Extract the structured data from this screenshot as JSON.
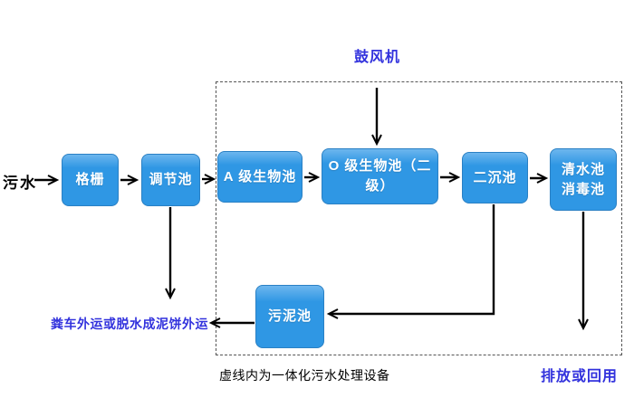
{
  "diagram": {
    "influent_label": "污水",
    "blower_label": "鼓风机",
    "nodes": [
      {
        "id": "grid",
        "label": "格栅"
      },
      {
        "id": "regulating",
        "label": "调节池"
      },
      {
        "id": "a_bio",
        "label": "A 级生物池"
      },
      {
        "id": "o_bio",
        "label": "O 级生物池（二级）"
      },
      {
        "id": "secondary_sed",
        "label": "二沉池"
      },
      {
        "id": "clear_water",
        "label": "清水池",
        "label2": "消毒池"
      },
      {
        "id": "sludge",
        "label": "污泥池"
      }
    ],
    "sludge_disposal_label": "粪车外运或脱水成泥饼外运",
    "dashed_box_caption": "虚线内为一体化污水处理设备",
    "discharge_label": "排放或回用",
    "colors": {
      "box_fill": "#2f97e4",
      "box_border": "#2a80c4",
      "box_text": "#ffffff",
      "blue_text": "#3232dd",
      "black_text": "#000000",
      "arrow": "#000000",
      "dashed_border": "#555555"
    }
  }
}
